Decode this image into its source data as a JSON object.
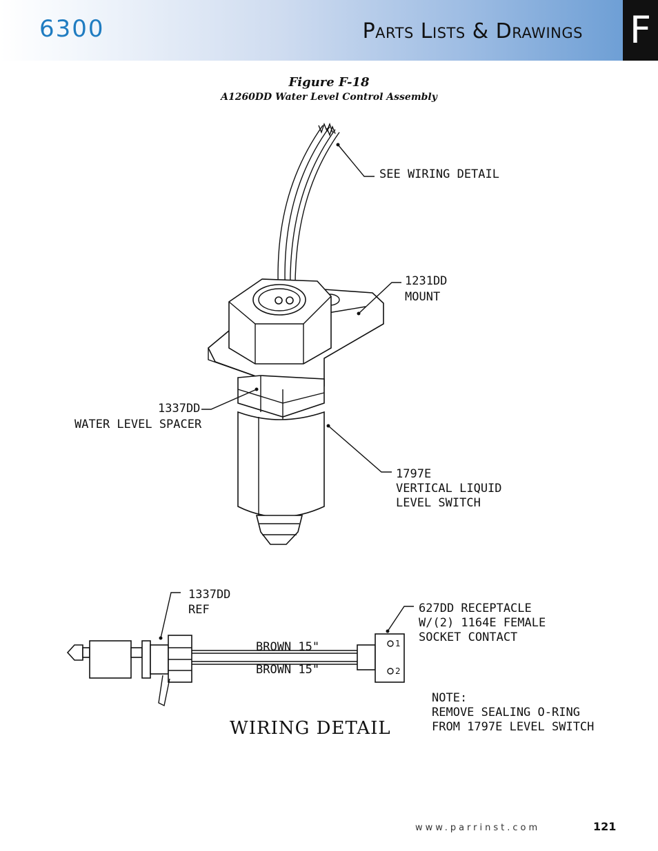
{
  "header": {
    "model": "6300",
    "title": "Parts Lists & Drawings",
    "tab_letter": "F"
  },
  "figure": {
    "number": "Figure F-18",
    "caption": "A1260DD Water Level Control Assembly"
  },
  "callouts": {
    "see_wiring": "SEE WIRING DETAIL",
    "mount_part": "1231DD",
    "mount_name": "MOUNT",
    "spacer_part": "1337DD",
    "spacer_name": "WATER LEVEL SPACER",
    "switch_part": "1797E",
    "switch_line1": "VERTICAL LIQUID",
    "switch_line2": "LEVEL SWITCH"
  },
  "wiring": {
    "heading": "WIRING DETAIL",
    "ref_part": "1337DD",
    "ref_label": "REF",
    "wire1": "BROWN 15\"",
    "wire2": "BROWN 15\"",
    "receptacle_line1": "627DD RECEPTACLE",
    "receptacle_line2": "W/(2) 1164E FEMALE",
    "receptacle_line3": "SOCKET CONTACT",
    "pin1": "1",
    "pin2": "2",
    "note_title": "NOTE:",
    "note_line1": "REMOVE SEALING O-RING",
    "note_line2": "FROM 1797E LEVEL SWITCH"
  },
  "footer": {
    "url": "www.parrinst.com",
    "page": "121"
  }
}
